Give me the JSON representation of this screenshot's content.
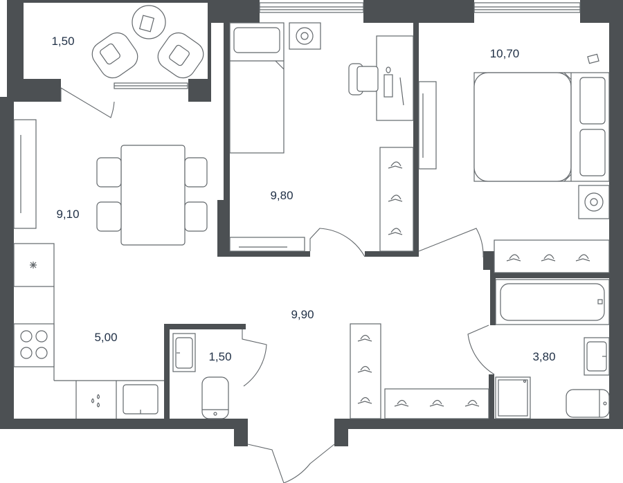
{
  "plan": {
    "rooms": [
      {
        "id": "balcony",
        "area": "1,50"
      },
      {
        "id": "bedroom-small",
        "area": "9,80"
      },
      {
        "id": "bedroom-large",
        "area": "10,70"
      },
      {
        "id": "living-dining",
        "area": "9,10"
      },
      {
        "id": "kitchen",
        "area": "5,00"
      },
      {
        "id": "hallway",
        "area": "9,90"
      },
      {
        "id": "toilet",
        "area": "1,50"
      },
      {
        "id": "bathroom",
        "area": "3,80"
      }
    ],
    "colors": {
      "wall": "#4c5053",
      "line": "#62676b",
      "text": "#1f2f45"
    }
  }
}
